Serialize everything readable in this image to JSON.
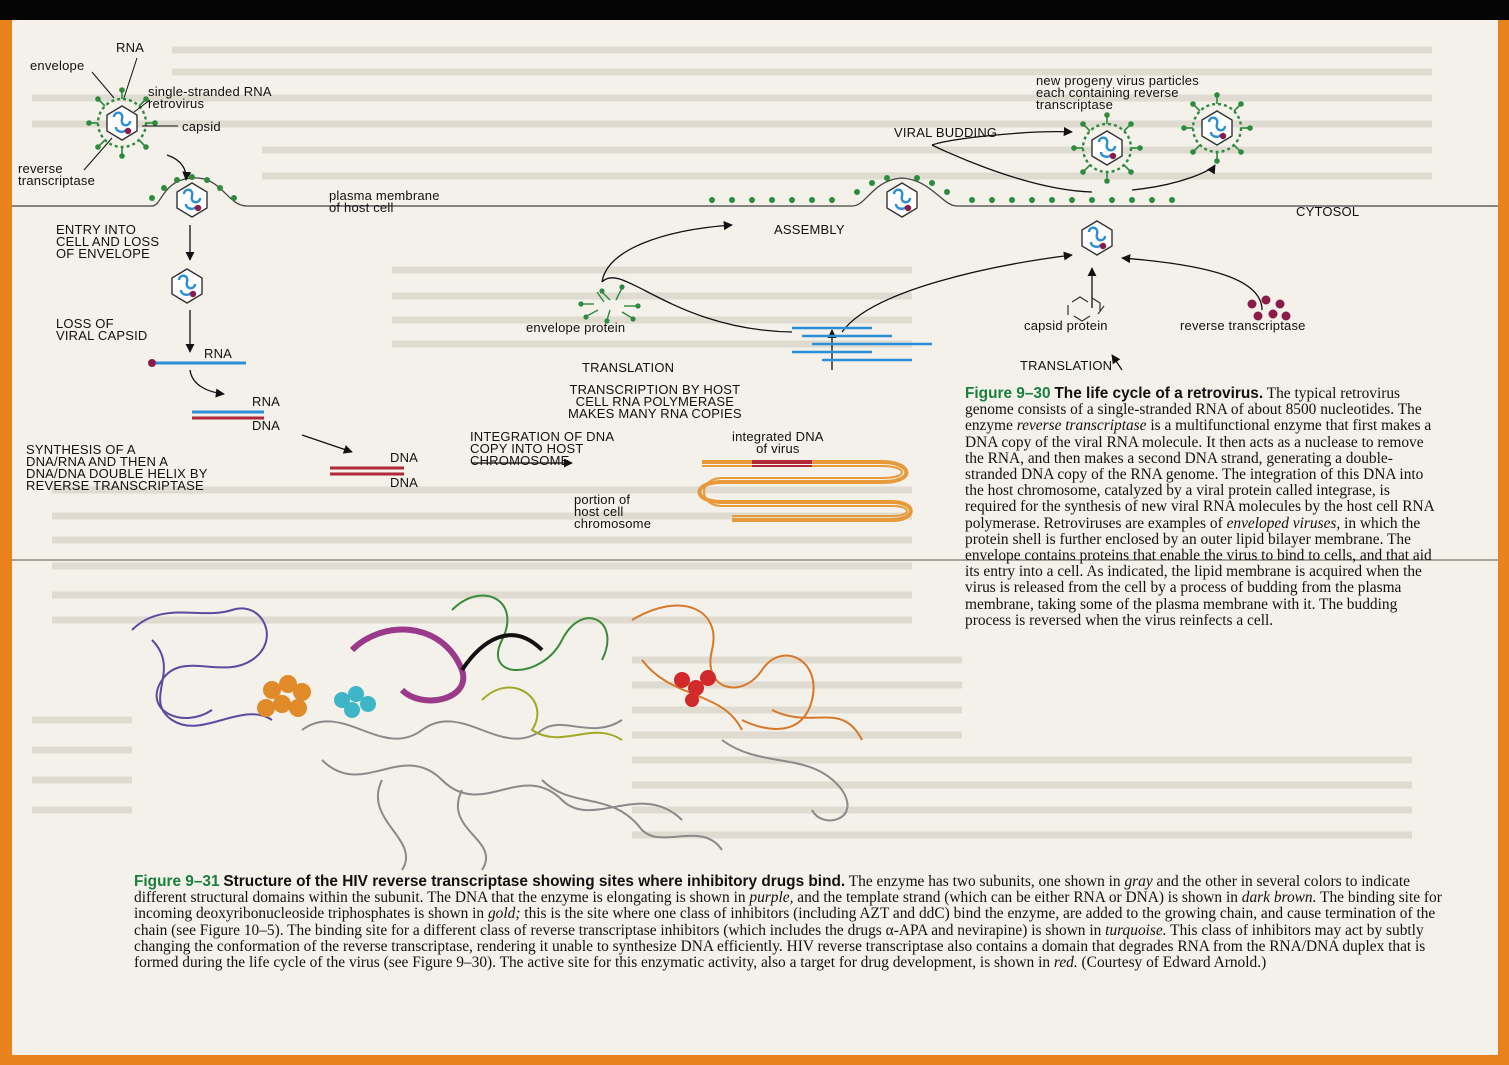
{
  "colors": {
    "frame": "#e8821c",
    "figure_label": "#1a7f3d",
    "rna": "#2a8fd6",
    "dna": "#b0283a",
    "virus_green": "#2d8a3e",
    "host_chromosome": "#e89a3a"
  },
  "diagram": {
    "rna_top": "RNA",
    "envelope": "envelope",
    "ss_rna_retrovirus": "single-stranded RNA\nretrovirus",
    "capsid": "capsid",
    "reverse_transcriptase": "reverse\ntranscriptase",
    "plasma_membrane": "plasma membrane\nof host cell",
    "entry": "ENTRY INTO\nCELL AND LOSS\nOF ENVELOPE",
    "loss_capsid": "LOSS OF\nVIRAL CAPSID",
    "rna_strand": "RNA",
    "rna_hybrid": "RNA",
    "dna_hybrid": "DNA",
    "synthesis": "SYNTHESIS OF A\nDNA/RNA AND THEN A\nDNA/DNA DOUBLE HELIX BY\nREVERSE TRANSCRIPTASE",
    "dna_top": "DNA",
    "dna_bottom": "DNA",
    "integration": "INTEGRATION OF DNA\nCOPY INTO HOST\nCHROMOSOME",
    "integrated_dna": "integrated DNA\nof virus",
    "portion": "portion of\nhost cell\nchromosome",
    "transcription": "TRANSCRIPTION BY HOST\nCELL RNA POLYMERASE\nMAKES MANY RNA COPIES",
    "translation_left": "TRANSLATION",
    "translation_right": "TRANSLATION",
    "envelope_protein": "envelope protein",
    "capsid_protein": "capsid protein",
    "reverse_transcriptase_right": "reverse transcriptase",
    "assembly": "ASSEMBLY",
    "cytosol": "CYTOSOL",
    "viral_budding": "VIRAL BUDDING",
    "progeny": "new progeny virus particles\neach containing reverse\ntranscriptase"
  },
  "caption_930": {
    "label": "Figure 9–30",
    "title": "The life cycle of a retrovirus.",
    "p1": "The typical retrovirus genome consists of a single-stranded RNA of about 8500 nucleotides. The enzyme ",
    "em1": "reverse transcriptase",
    "p2": " is a multifunctional enzyme that first makes a DNA copy of the viral RNA molecule. It then acts as a nuclease to remove the RNA, and then makes a second DNA strand, generating a double-stranded DNA copy of the RNA genome. The integration of this DNA into the host chromosome, catalyzed by a viral protein called integrase, is required for the synthesis of new viral RNA molecules by the host cell RNA polymerase. Retroviruses are examples of ",
    "em2": "enveloped viruses,",
    "p3": " in which the protein shell is further enclosed by an outer lipid bilayer membrane. The envelope contains proteins that enable the virus to bind to cells, and that aid its entry into a cell. As indicated, the lipid membrane is acquired when the virus is released from the cell by a process of budding from the plasma membrane, taking some of the plasma membrane with it. The budding process is reversed when the virus reinfects a cell."
  },
  "caption_931": {
    "label": "Figure 9–31",
    "title": "Structure of the HIV reverse transcriptase showing sites where inhibitory drugs bind.",
    "p1": " The enzyme has two subunits, one shown in ",
    "em1": "gray",
    "p2": " and the other in several colors to indicate different structural domains within the subunit. The DNA that the enzyme is elongating is shown in ",
    "em2": "purple,",
    "p3": " and the template strand (which can be either RNA or DNA) is shown in ",
    "em3": "dark brown.",
    "p4": " The binding site for incoming deoxyribonucleoside triphosphates is shown in ",
    "em4": "gold;",
    "p5": " this is the site where one class of inhibitors (including AZT and ddC) bind the enzyme, are added to the growing chain, and cause termination of the chain (see Figure 10–5). The binding site for a different class of reverse transcriptase inhibitors (which includes the drugs α-APA and nevirapine) is shown in ",
    "em5": "turquoise.",
    "p6": " This class of inhibitors may act by subtly changing the conformation of the reverse transcriptase, rendering it unable to synthesize DNA efficiently. HIV reverse transcriptase also contains a domain that degrades RNA from the RNA/DNA duplex that is formed during the life cycle of the virus (see Figure 9–30). The active site for this enzymatic activity, also a target for drug development, is shown in ",
    "em6": "red.",
    "p7": " (Courtesy of Edward Arnold.)"
  }
}
